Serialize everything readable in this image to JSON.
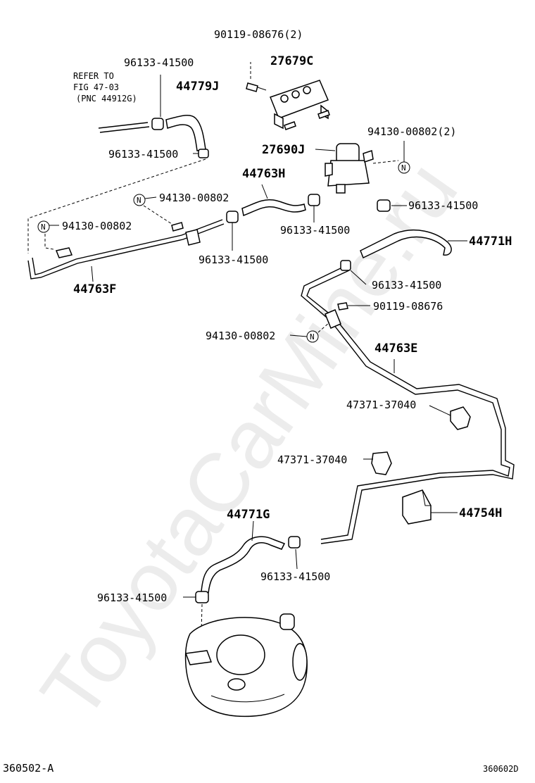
{
  "watermark": "ToyotaCarMine.ru",
  "labels": {
    "bolt_top": "90119-08676(2)",
    "bracket_27679c": "27679C",
    "clamp_a": "96133-41500",
    "refer_line1": "REFER TO",
    "refer_line2": "FIG 47-03",
    "refer_line3": "(PNC 44912G)",
    "hose_44779j": "44779J",
    "clamp_b": "96133-41500",
    "vsv_27690j": "27690J",
    "nut_top_right": "94130-00802(2)",
    "hose_44763h": "44763H",
    "nut_mid": "94130-00802",
    "clamp_c": "96133-41500",
    "nut_left": "94130-00802",
    "clamp_d": "96133-41500",
    "clamp_e": "96133-41500",
    "hose_44771h": "44771H",
    "pipe_44763f": "44763F",
    "clamp_f": "96133-41500",
    "bolt_mid": "90119-08676",
    "nut_lower": "94130-00802",
    "pipe_44763e": "44763E",
    "clip_a": "47371-37040",
    "clip_b": "47371-37040",
    "bracket_44754h": "44754H",
    "hose_44771g": "44771G",
    "clamp_g": "96133-41500",
    "clamp_h": "96133-41500"
  },
  "footer": {
    "left": "360502-A",
    "right": "360602D"
  },
  "symbols": {
    "nut_marker": "N"
  }
}
